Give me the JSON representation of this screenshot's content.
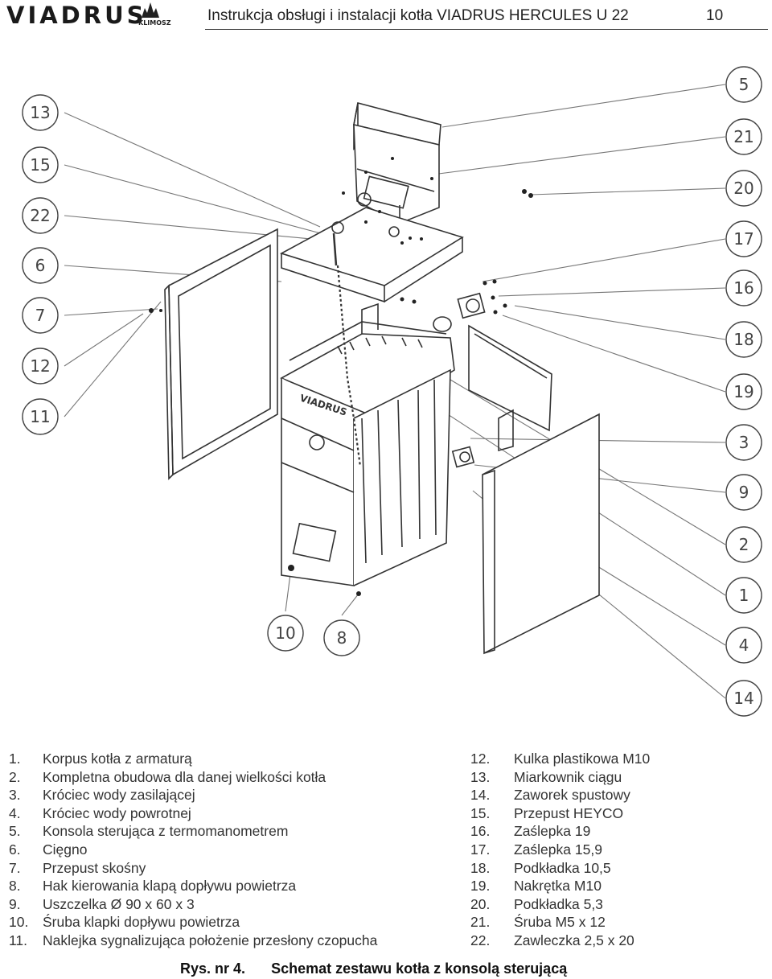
{
  "header": {
    "logo_text": "VIADRUS",
    "sublogo_text": "KLIMOSZ",
    "title": "Instrukcja obsługi i instalacji kotła VIADRUS HERCULES U 22",
    "page_number": "10"
  },
  "drawing": {
    "callouts_left": [
      "13",
      "15",
      "22",
      "6",
      "7",
      "12",
      "11"
    ],
    "callouts_right": [
      "5",
      "21",
      "20",
      "17",
      "16",
      "18",
      "19",
      "3",
      "9",
      "2",
      "1",
      "4",
      "14"
    ],
    "callouts_bottom": [
      "10",
      "8"
    ],
    "boiler_badge": "VIADRUS"
  },
  "legend_left": [
    {
      "num": "1.",
      "text": "Korpus kotła z armaturą"
    },
    {
      "num": "2.",
      "text": "Kompletna obudowa dla danej wielkości kotła"
    },
    {
      "num": "3.",
      "text": "Króciec wody zasilającej"
    },
    {
      "num": "4.",
      "text": "Króciec wody powrotnej"
    },
    {
      "num": "5.",
      "text": "Konsola sterująca z termomanometrem"
    },
    {
      "num": "6.",
      "text": "Cięgno"
    },
    {
      "num": "7.",
      "text": "Przepust skośny"
    },
    {
      "num": "8.",
      "text": "Hak kierowania klapą dopływu powietrza"
    },
    {
      "num": "9.",
      "text": "Uszczelka Ø 90 x 60 x 3"
    },
    {
      "num": "10.",
      "text": "Śruba klapki dopływu powietrza"
    },
    {
      "num": "11.",
      "text": "Naklejka sygnalizująca położenie przesłony czopucha"
    }
  ],
  "legend_right": [
    {
      "num": "12.",
      "text": "Kulka plastikowa M10"
    },
    {
      "num": "13.",
      "text": "Miarkownik ciągu"
    },
    {
      "num": "14.",
      "text": "Zaworek spustowy"
    },
    {
      "num": "15.",
      "text": "Przepust HEYCO"
    },
    {
      "num": "16.",
      "text": "Zaślepka 19"
    },
    {
      "num": "17.",
      "text": "Zaślepka 15,9"
    },
    {
      "num": "18.",
      "text": "Podkładka 10,5"
    },
    {
      "num": "19.",
      "text": "Nakrętka M10"
    },
    {
      "num": "20.",
      "text": "Podkładka 5,3"
    },
    {
      "num": "21.",
      "text": "Śruba M5 x 12"
    },
    {
      "num": "22.",
      "text": "Zawleczka 2,5 x 20"
    }
  ],
  "caption": {
    "label": "Rys. nr 4.",
    "text": "Schemat zestawu kotła z konsolą sterującą"
  }
}
